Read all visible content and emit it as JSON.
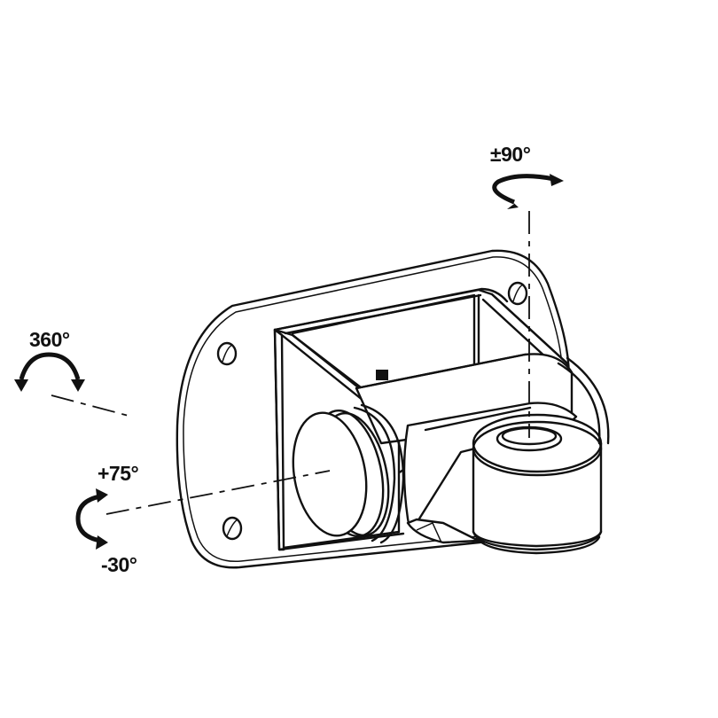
{
  "diagram": {
    "subject": "wall mount pivot bracket",
    "labels": {
      "top_rotation": "±90°",
      "side_rotation": "360°",
      "tilt_up": "+75°",
      "tilt_down": "-30°"
    },
    "colors": {
      "line": "#111111",
      "background": "#ffffff"
    }
  }
}
